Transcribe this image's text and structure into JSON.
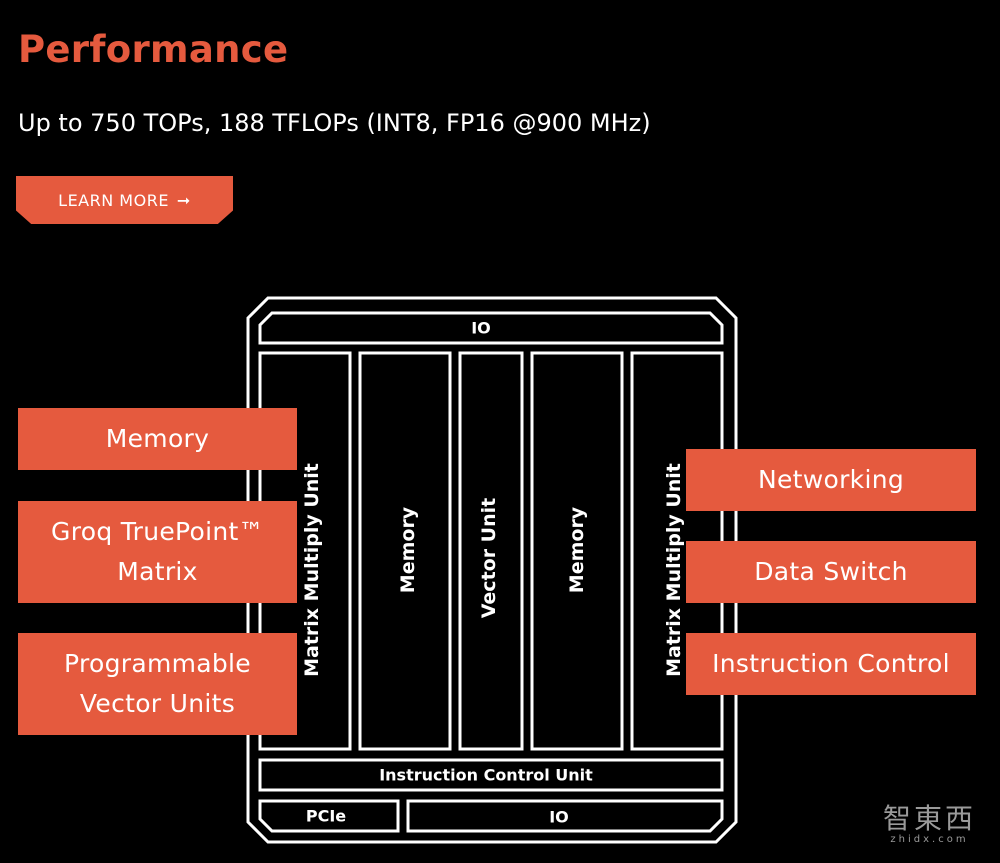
{
  "header": {
    "title": "Performance",
    "subtitle": "Up to 750 TOPs, 188 TFLOPs (INT8, FP16 @900 MHz)",
    "learn_more": "LEARN MORE",
    "learn_more_icon": "arrow-right-icon"
  },
  "chip": {
    "io_top": "IO",
    "columns": [
      "Matrix Multiply Unit",
      "Memory",
      "Vector Unit",
      "Memory",
      "Matrix Multiply Unit"
    ],
    "instruction_control_unit": "Instruction Control Unit",
    "pcie": "PCIe",
    "io_bottom": "IO"
  },
  "left_tags": [
    {
      "line1": "Memory",
      "line2": ""
    },
    {
      "line1": "Groq TruePoint™",
      "line2": "Matrix"
    },
    {
      "line1": "Programmable",
      "line2": "Vector Units"
    }
  ],
  "right_tags": [
    "Networking",
    "Data Switch",
    "Instruction Control"
  ],
  "watermark": {
    "main": "智東西",
    "sub": "zhidx.com"
  },
  "colors": {
    "accent": "#e55a3e",
    "background": "#000000",
    "line": "#ffffff"
  }
}
